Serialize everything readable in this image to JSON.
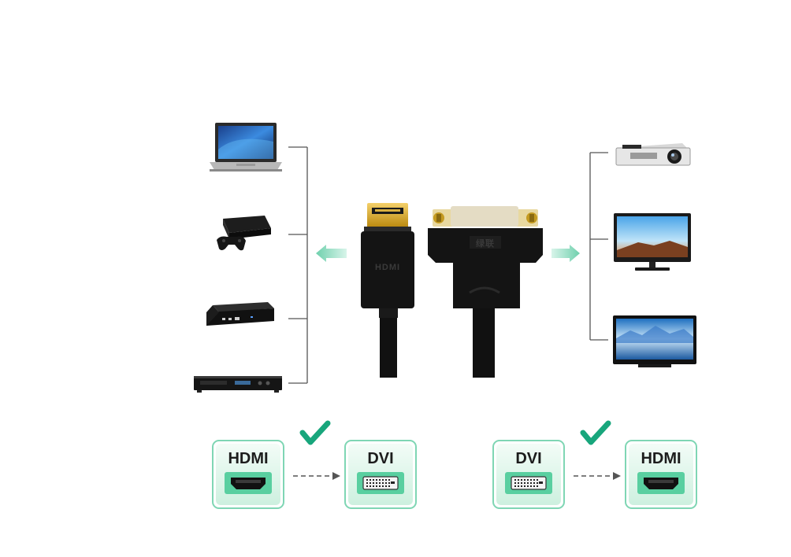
{
  "colors": {
    "badge_border": "#7fd6b4",
    "badge_fill": "#e6f8ef",
    "badge_inner": "#59cfa0",
    "check": "#18a67c",
    "arrow": "#8fdcc0",
    "bracket": "#555555",
    "cable": "#141414",
    "gold": "#d4a020"
  },
  "cable": {
    "left_connector_text": "HDMI",
    "right_connector_text": "绿联"
  },
  "left_devices": [
    {
      "icon": "laptop-icon"
    },
    {
      "icon": "game-console-icon"
    },
    {
      "icon": "set-top-box-icon"
    },
    {
      "icon": "dvd-player-icon"
    }
  ],
  "right_devices": [
    {
      "icon": "projector-icon"
    },
    {
      "icon": "monitor-icon"
    },
    {
      "icon": "tv-icon"
    }
  ],
  "conversions": [
    {
      "from": "HDMI",
      "to": "DVI",
      "from_icon": "hdmi-port-icon",
      "to_icon": "dvi-port-icon",
      "status_icon": "checkmark-icon"
    },
    {
      "from": "DVI",
      "to": "HDMI",
      "from_icon": "dvi-port-icon",
      "to_icon": "hdmi-port-icon",
      "status_icon": "checkmark-icon"
    }
  ]
}
